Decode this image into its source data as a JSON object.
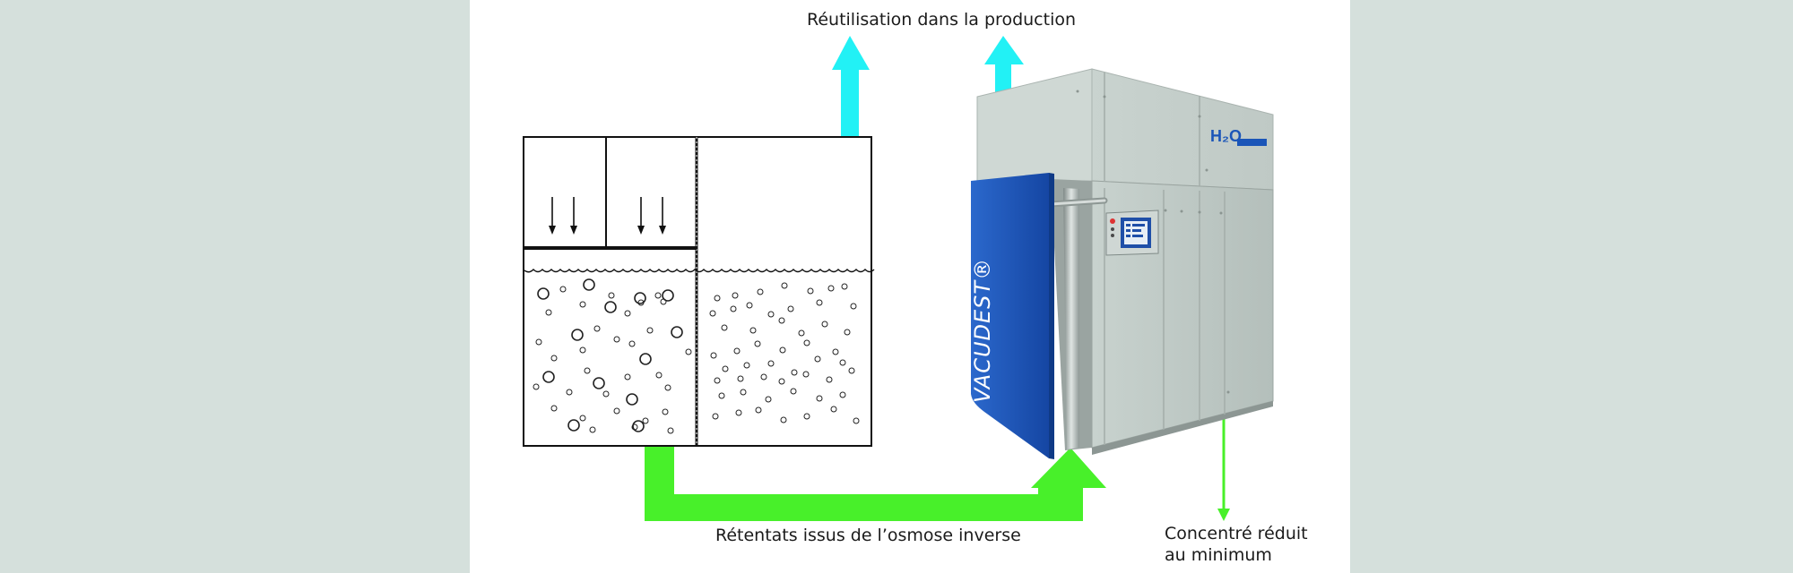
{
  "labels": {
    "top": "Réutilisation dans la production",
    "bottom": "Rétentats issus de l’osmose inverse",
    "right_line1": "Concentré réduit",
    "right_line2": "au minimum"
  },
  "machine": {
    "brand": "VACUDEST®",
    "h2o_badge": "H₂O"
  },
  "colors": {
    "background": "#d5e0dc",
    "panel": "#ffffff",
    "cyan_arrow": "#22f1f5",
    "green_arrow": "#48f02a",
    "door_blue": "#1a55b8",
    "cabinet": "#c2ccc8"
  }
}
